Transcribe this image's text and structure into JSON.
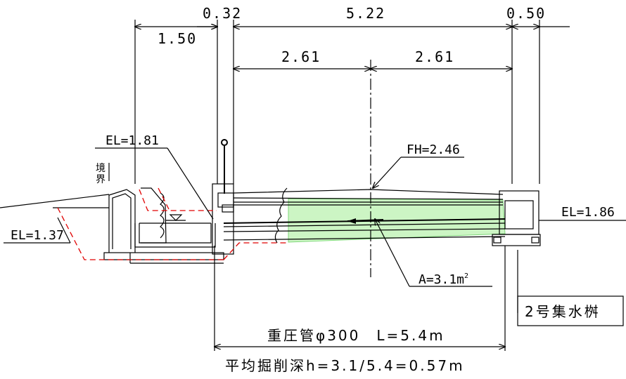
{
  "dimensions": {
    "d_032": "0.32",
    "d_522": "5.22",
    "d_050": "0.50",
    "d_150": "1.50",
    "d_261_left": "2.61",
    "d_261_right": "2.61"
  },
  "labels": {
    "el_181": "EL=1.81",
    "el_137": "EL=1.37",
    "el_186": "EL=1.86",
    "fh": "FH=2.46",
    "area_prefix": "A=3.1m",
    "area_sup": "2",
    "boundary_1": "境",
    "boundary_2": "界",
    "catch_basin": "2号集水桝",
    "pipe": "重圧管φ300　L=5.4m",
    "avg_depth": "平均掘削深h=3.1/5.4=0.57m"
  },
  "colors": {
    "excavation_fill": "#ccf5c4",
    "excavation_edge": "#7fd67a",
    "excavation_line": "#e00000",
    "line": "#000000"
  }
}
